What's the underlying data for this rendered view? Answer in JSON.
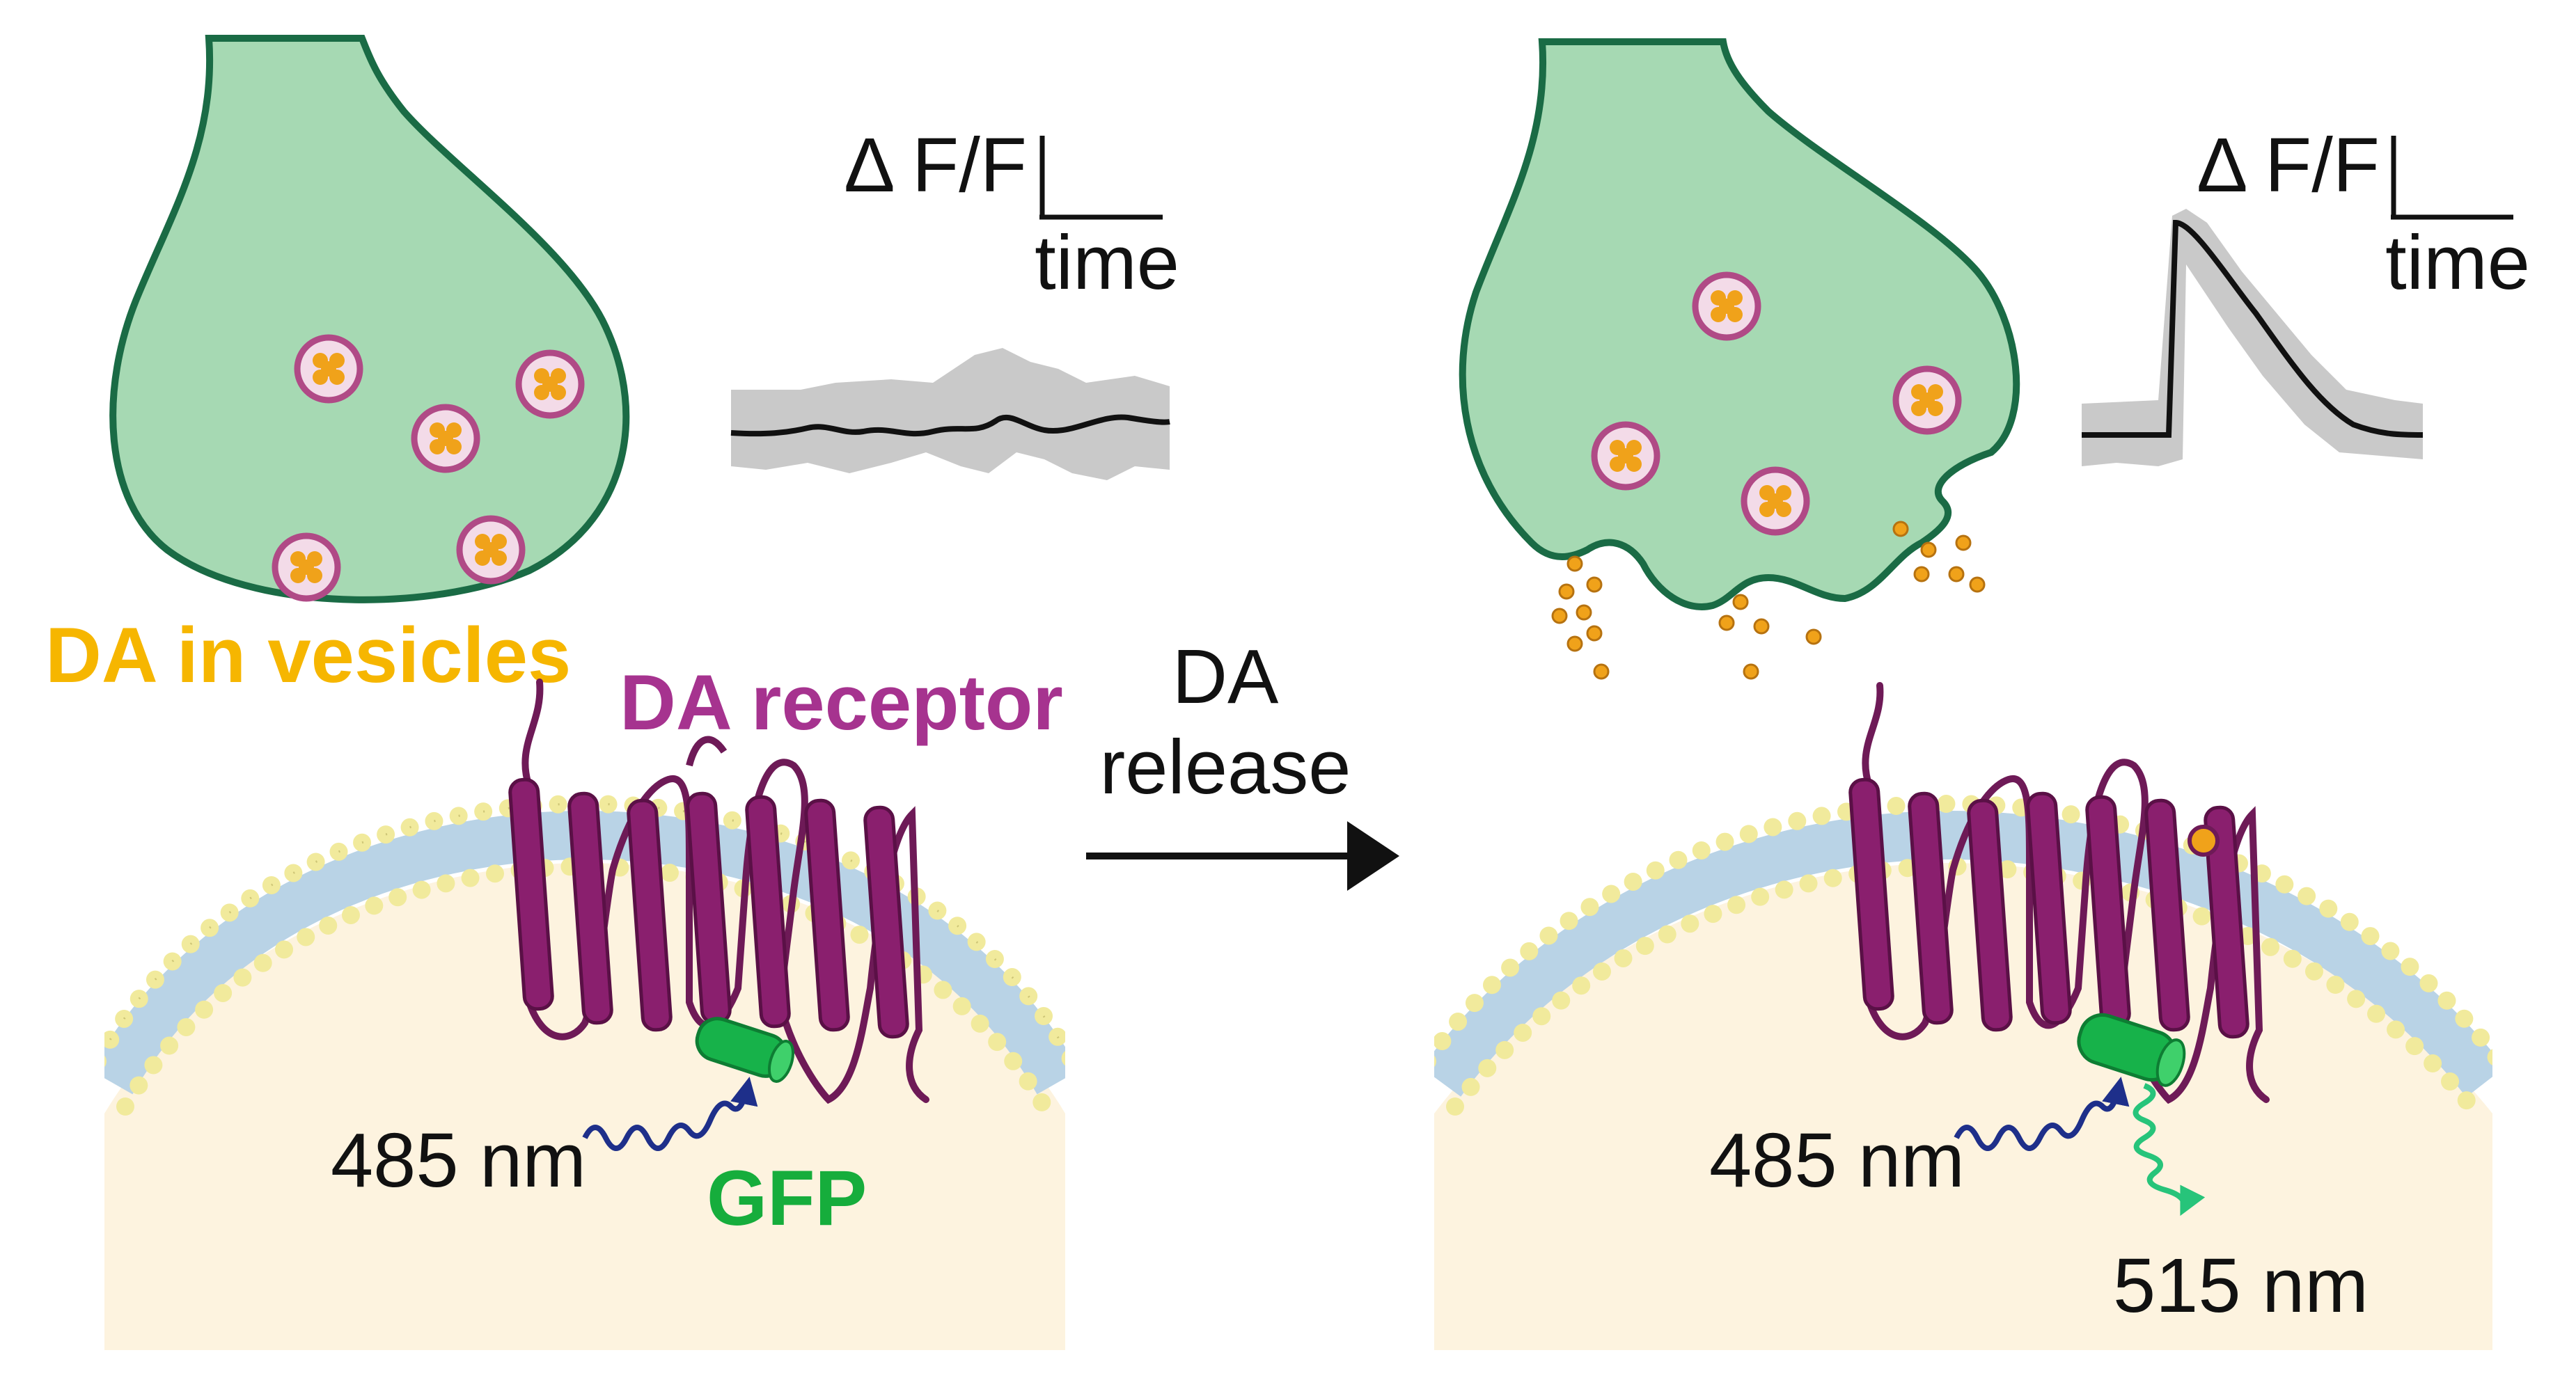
{
  "colors": {
    "terminal_fill": "#a6d9b3",
    "terminal_stroke": "#1a6b45",
    "vesicle_ring": "#b04a86",
    "vesicle_fill": "#f3dbe8",
    "dopamine": "#f0a21a",
    "receptor": "#8a1f6e",
    "gfp": "#17b24a",
    "membrane_head": "#f1ea9c",
    "membrane_tail": "#b9d3e6",
    "cytoplasm": "#fdf3df",
    "trace_band": "#c9c9c9",
    "label_yellow": "#f6b600",
    "label_magenta": "#a6338f",
    "label_green": "#16ad3c",
    "excitation_wave": "#1e2f8a",
    "emission_wave": "#27c47a"
  },
  "icons": [
    "right-arrow-icon",
    "wavy-arrow-icon"
  ],
  "labels": {
    "left_trace_scale_y": "Δ F/F",
    "left_trace_scale_x": "time",
    "right_trace_scale_y": "Δ F/F",
    "right_trace_scale_x": "time",
    "da_in_vesicles": "DA in vesicles",
    "da_receptor": "DA receptor",
    "arrow_line1": "DA",
    "arrow_line2": "release",
    "left_excitation": "485 nm",
    "gfp": "GFP",
    "right_excitation": "485 nm",
    "right_emission": "515 nm"
  }
}
